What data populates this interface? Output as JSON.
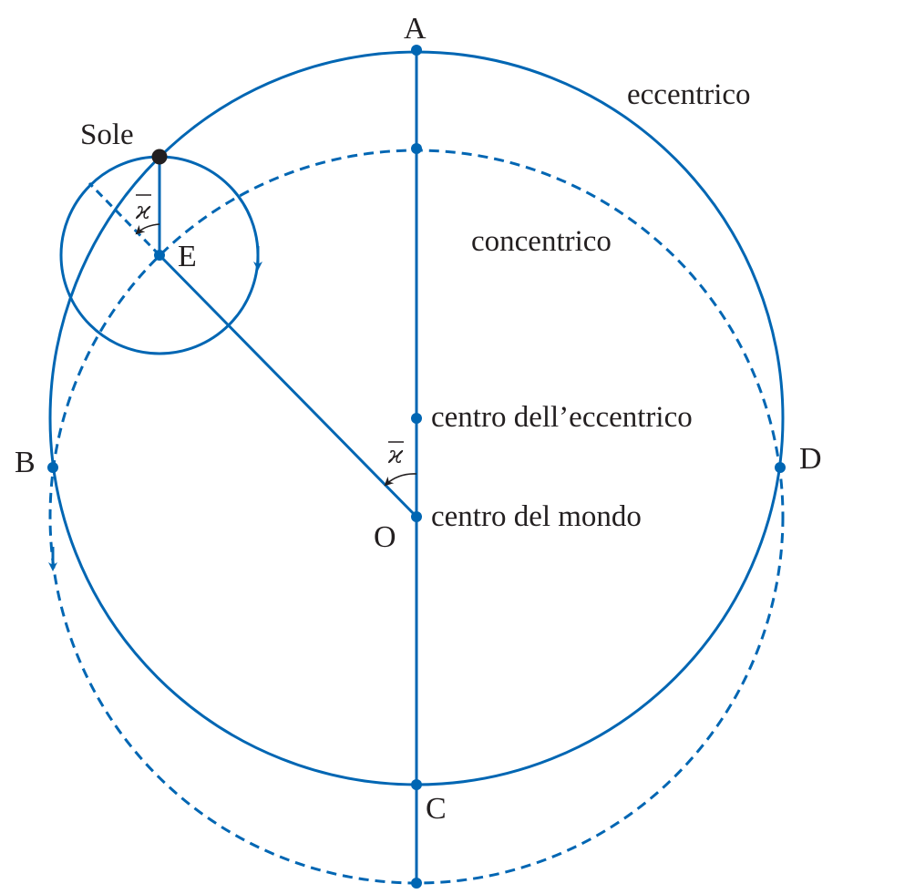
{
  "diagram": {
    "colors": {
      "line": "#0066b3",
      "text": "#231f20",
      "sun": "#231f20"
    },
    "points": {
      "A": "A",
      "B": "B",
      "C": "C",
      "D": "D",
      "E": "E",
      "O": "O",
      "sun": "Sole"
    },
    "labels": {
      "eccentric": "eccentrico",
      "concentric": "concentrico",
      "eccentric_center": "centro dell’eccentrico",
      "world_center": "centro del mondo"
    },
    "angle_symbol": "ϰ",
    "angle_symbol_overline": true
  }
}
